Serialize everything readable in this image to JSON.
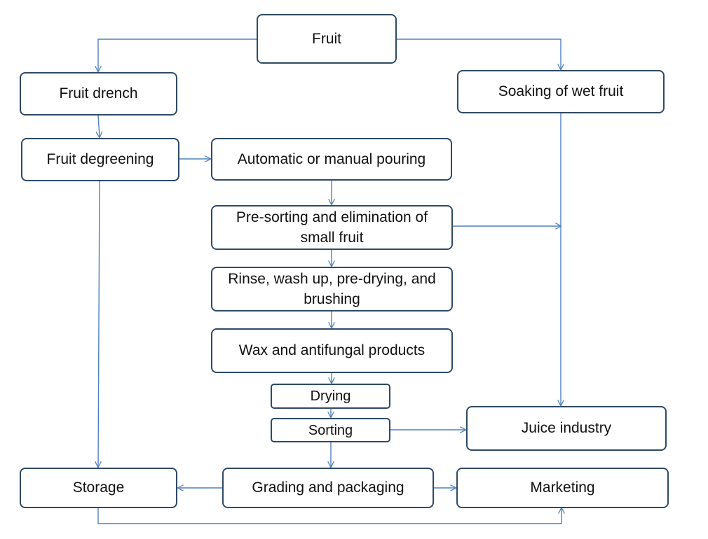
{
  "diagram": {
    "line_color": "#4f81bd",
    "border_color": "#2f4a66",
    "nodes": {
      "fruit": "Fruit",
      "fruit_drench": "Fruit drench",
      "soaking": "Soaking of wet fruit",
      "degreening": "Fruit degreening",
      "pouring": "Automatic or manual pouring",
      "presorting": "Pre-sorting and elimination of small fruit",
      "rinse": "Rinse, wash up, pre-drying, and brushing",
      "wax": "Wax and antifungal products",
      "drying": "Drying",
      "sorting": "Sorting",
      "juice": "Juice industry",
      "storage": "Storage",
      "grading": "Grading and packaging",
      "marketing": "Marketing"
    },
    "edges": [
      {
        "from": "fruit",
        "to": "fruit_drench"
      },
      {
        "from": "fruit",
        "to": "soaking"
      },
      {
        "from": "fruit_drench",
        "to": "degreening"
      },
      {
        "from": "degreening",
        "to": "pouring"
      },
      {
        "from": "degreening",
        "to": "storage"
      },
      {
        "from": "pouring",
        "to": "presorting"
      },
      {
        "from": "presorting",
        "to": "rinse"
      },
      {
        "from": "presorting",
        "to": "juice"
      },
      {
        "from": "soaking",
        "to": "juice"
      },
      {
        "from": "rinse",
        "to": "wax"
      },
      {
        "from": "wax",
        "to": "drying"
      },
      {
        "from": "drying",
        "to": "sorting"
      },
      {
        "from": "sorting",
        "to": "juice"
      },
      {
        "from": "sorting",
        "to": "grading"
      },
      {
        "from": "grading",
        "to": "storage"
      },
      {
        "from": "grading",
        "to": "marketing"
      },
      {
        "from": "storage",
        "to": "marketing"
      }
    ]
  }
}
